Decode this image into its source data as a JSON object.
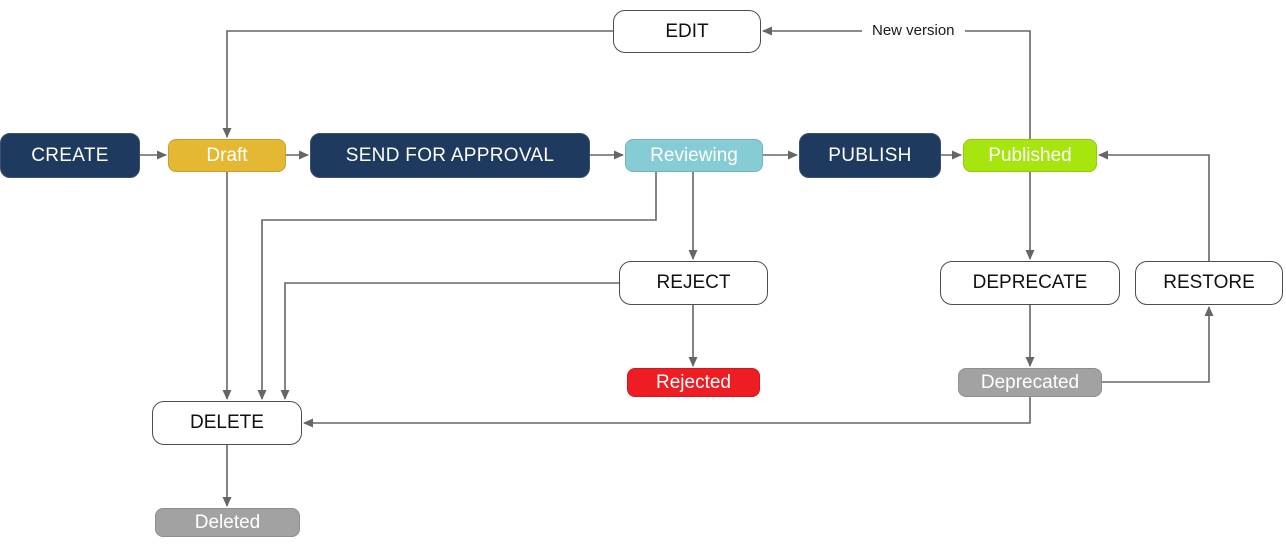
{
  "diagram_type": "state-lifecycle-flowchart",
  "nodes": {
    "create": {
      "label": "CREATE",
      "kind": "action",
      "fill": "#1e3a5f",
      "text_color": "#ffffff"
    },
    "draft": {
      "label": "Draft",
      "kind": "state",
      "fill": "#e4b833",
      "text_color": "#ffffff"
    },
    "send_for_approval": {
      "label": "SEND FOR APPROVAL",
      "kind": "action",
      "fill": "#1e3a5f",
      "text_color": "#ffffff"
    },
    "reviewing": {
      "label": "Reviewing",
      "kind": "state",
      "fill": "#86ccd4",
      "text_color": "#ffffff"
    },
    "publish": {
      "label": "PUBLISH",
      "kind": "action",
      "fill": "#1e3a5f",
      "text_color": "#ffffff"
    },
    "published": {
      "label": "Published",
      "kind": "state",
      "fill": "#a6e50e",
      "text_color": "#ffffff"
    },
    "edit": {
      "label": "EDIT",
      "kind": "action-outline",
      "fill": "#ffffff",
      "text_color": "#111111"
    },
    "reject": {
      "label": "REJECT",
      "kind": "action-outline",
      "fill": "#ffffff",
      "text_color": "#111111"
    },
    "rejected": {
      "label": "Rejected",
      "kind": "state",
      "fill": "#ee1c23",
      "text_color": "#ffffff"
    },
    "deprecate": {
      "label": "DEPRECATE",
      "kind": "action-outline",
      "fill": "#ffffff",
      "text_color": "#111111"
    },
    "restore": {
      "label": "RESTORE",
      "kind": "action-outline",
      "fill": "#ffffff",
      "text_color": "#111111"
    },
    "deprecated": {
      "label": "Deprecated",
      "kind": "state",
      "fill": "#a2a2a2",
      "text_color": "#ffffff"
    },
    "delete": {
      "label": "DELETE",
      "kind": "action-outline",
      "fill": "#ffffff",
      "text_color": "#111111"
    },
    "deleted": {
      "label": "Deleted",
      "kind": "state",
      "fill": "#a2a2a2",
      "text_color": "#ffffff"
    }
  },
  "edges": [
    {
      "from": "create",
      "to": "draft"
    },
    {
      "from": "draft",
      "to": "send_for_approval"
    },
    {
      "from": "send_for_approval",
      "to": "reviewing"
    },
    {
      "from": "reviewing",
      "to": "publish"
    },
    {
      "from": "publish",
      "to": "published"
    },
    {
      "from": "edit",
      "to": "draft"
    },
    {
      "from": "published",
      "to": "edit",
      "label": "New version"
    },
    {
      "from": "reviewing",
      "to": "reject"
    },
    {
      "from": "reject",
      "to": "rejected"
    },
    {
      "from": "published",
      "to": "deprecate"
    },
    {
      "from": "deprecate",
      "to": "deprecated"
    },
    {
      "from": "deprecated",
      "to": "restore"
    },
    {
      "from": "restore",
      "to": "published"
    },
    {
      "from": "draft",
      "to": "delete"
    },
    {
      "from": "reviewing",
      "to": "delete"
    },
    {
      "from": "reject",
      "to": "delete"
    },
    {
      "from": "deprecated",
      "to": "delete"
    },
    {
      "from": "delete",
      "to": "deleted"
    }
  ],
  "colors": {
    "action_fill": "#1e3a5f",
    "draft_fill": "#e4b833",
    "reviewing_fill": "#86ccd4",
    "published_fill": "#a6e50e",
    "rejected_fill": "#ee1c23",
    "neutral_fill": "#a2a2a2",
    "outline_stroke": "#4d4d4d",
    "connector": "#666666",
    "text_light": "#ffffff",
    "text_dark": "#111111"
  }
}
